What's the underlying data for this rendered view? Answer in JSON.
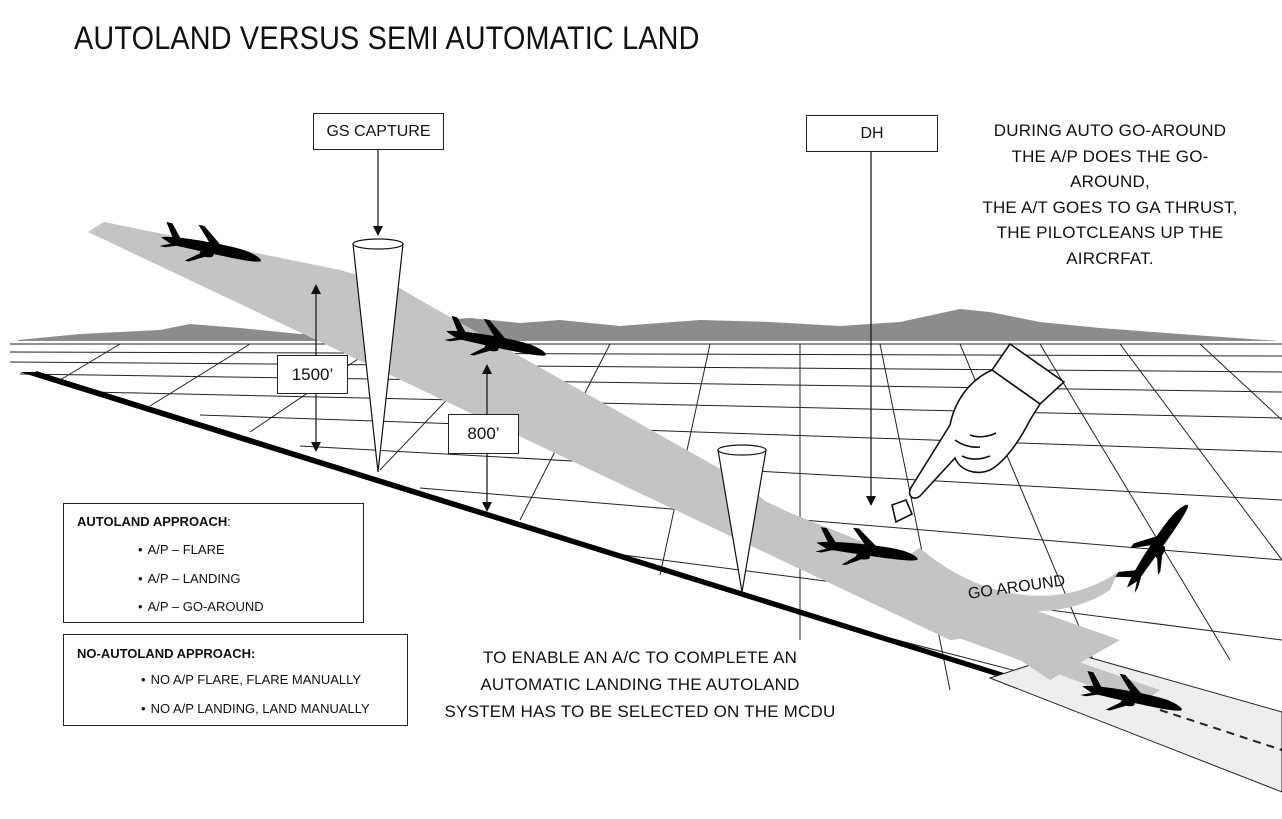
{
  "title": "AUTOLAND VERSUS SEMI AUTOMATIC LAND",
  "labels": {
    "gs_capture": "GS CAPTURE",
    "dh": "DH",
    "alt_1500": "1500’",
    "alt_800": "800’",
    "go_around": "GO AROUND"
  },
  "go_around_note": [
    "DURING AUTO GO-AROUND",
    "THE A/P DOES THE GO-",
    "AROUND,",
    "THE A/T GOES TO GA THRUST,",
    "THE PILOTCLEANS UP THE",
    "AIRCRFAT."
  ],
  "autoland_box": {
    "heading": "AUTOLAND  APPROACH",
    "heading_suffix": ":",
    "items": [
      "A/P – FLARE",
      "A/P – LANDING",
      "A/P – GO-AROUND"
    ]
  },
  "no_autoland_box": {
    "heading": "NO-AUTOLAND APPROACH:",
    "items": [
      "NO A/P FLARE, FLARE MANUALLY",
      "NO A/P LANDING, LAND MANUALLY"
    ]
  },
  "mcdu_note": [
    "TO ENABLE AN A/C TO COMPLETE AN",
    "AUTOMATIC LANDING THE AUTOLAND",
    "SYSTEM HAS TO BE SELECTED ON THE MCDU"
  ],
  "colors": {
    "path": "#c4c4c4",
    "mountains": "#8c8c8c",
    "grid": "#222222",
    "runway": "#eeeeee"
  }
}
